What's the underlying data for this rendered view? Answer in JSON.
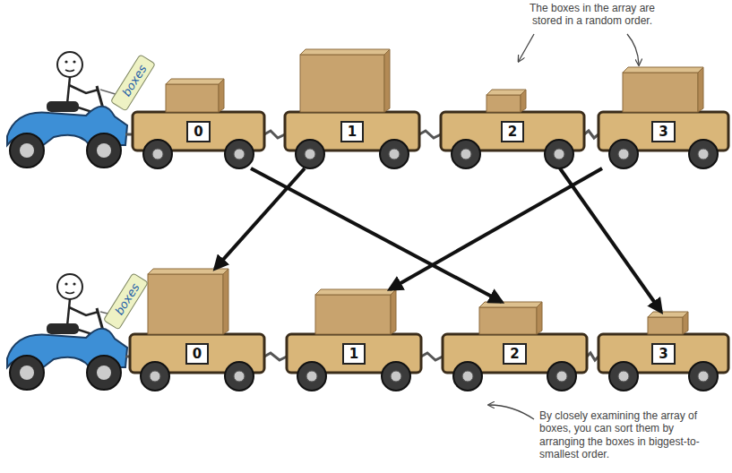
{
  "diagram": {
    "nodes": [
      {
        "text": [
          "boxes"
        ]
      },
      {
        "text": [
          "0"
        ]
      },
      {
        "text": [
          "1"
        ]
      },
      {
        "text": [
          "2"
        ]
      },
      {
        "text": [
          "3"
        ]
      },
      {
        "text": [
          "boxes"
        ]
      },
      {
        "text": [
          "0"
        ]
      },
      {
        "text": [
          "1"
        ]
      },
      {
        "text": [
          "2"
        ]
      },
      {
        "text": [
          "3"
        ]
      }
    ],
    "edges": [
      {
        "from": 1,
        "to": 8,
        "arrow": "to"
      },
      {
        "from": 2,
        "to": 6,
        "arrow": "to"
      },
      {
        "from": 3,
        "to": 9,
        "arrow": "to"
      },
      {
        "from": 4,
        "to": 7,
        "arrow": "to"
      }
    ],
    "labels": [
      "The boxes in the array are stored in a random order.",
      "By closely examining the array of boxes, you can sort them by arranging the boxes in biggest-to-smallest order."
    ]
  }
}
